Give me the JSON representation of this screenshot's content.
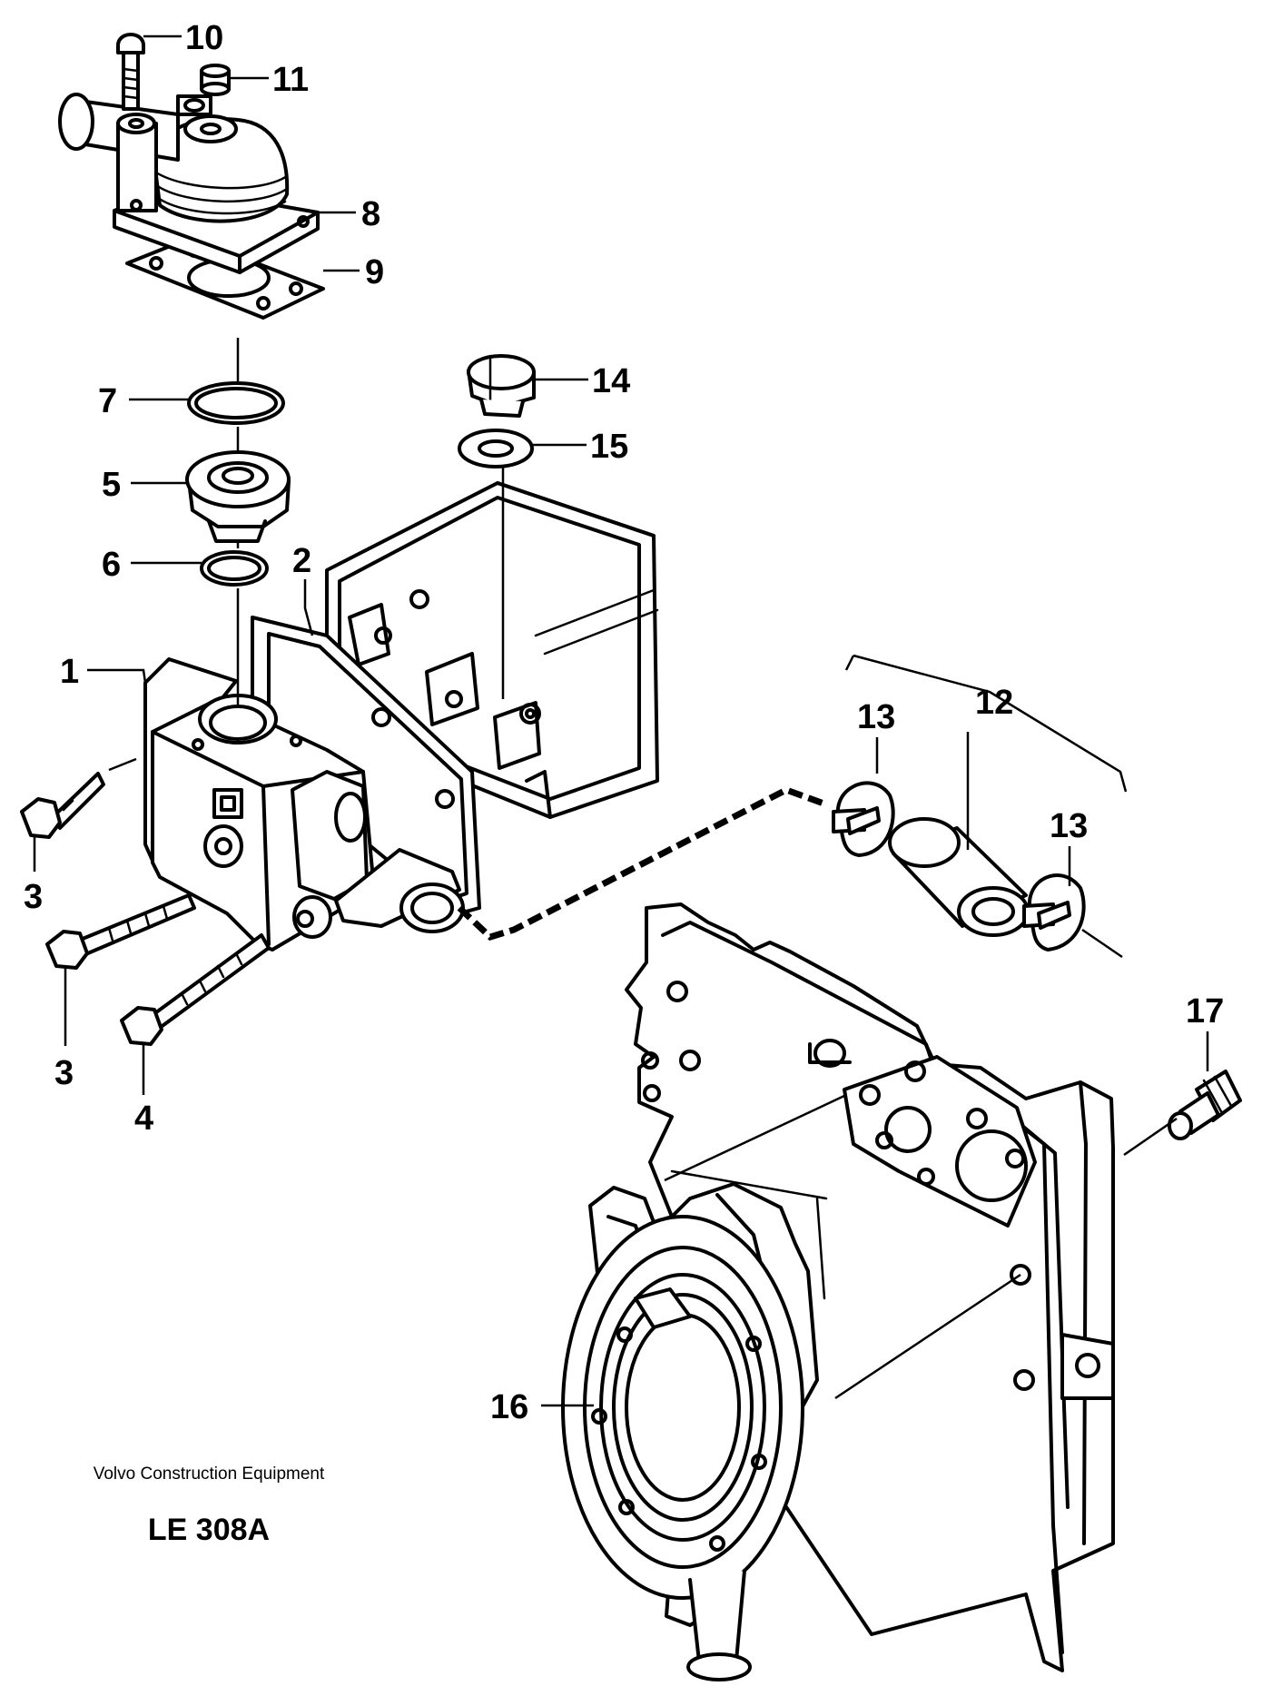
{
  "callouts": [
    "10",
    "11",
    "8",
    "9",
    "7",
    "14",
    "5",
    "15",
    "6",
    "2",
    "1",
    "13",
    "12",
    "13",
    "3",
    "3",
    "4",
    "17",
    "16"
  ],
  "footer": {
    "company": "Volvo Construction Equipment",
    "code": "LE 308A"
  }
}
